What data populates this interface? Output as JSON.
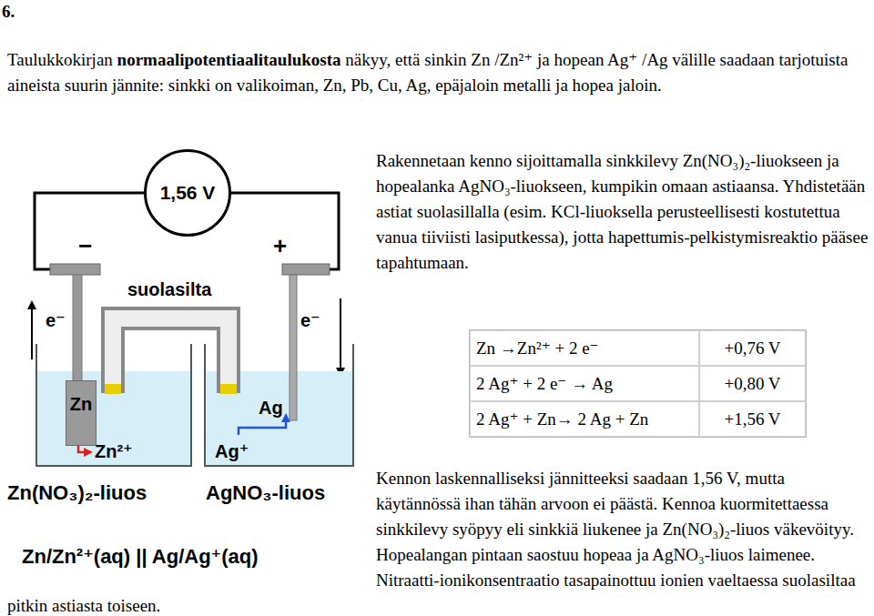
{
  "diagram": {
    "nodes": [
      {
        "text": [
          "1,56 V"
        ]
      },
      {
        "text": [
          "Zn"
        ]
      }
    ],
    "labels": [
      "6.",
      "Taulukkokirjan",
      "normaalipotentiaalitaulukosta",
      "näkyy, että sinkin Zn /Zn²⁺ ja hopean Ag⁺ /Ag välille saadaan tarjotuista aineista suurin jännite: sinkki on valikoiman, Zn, Pb, Cu, Ag, epäjaloin metalli ja hopea jaloin.",
      "Rakennetaan kenno sijoittamalla sinkkilevy Zn(NO₃)₂-liuokseen ja hopealanka AgNO₃-liuokseen, kumpikin omaan astiaansa. Yhdistetään astiat suolasillalla (esim. KCl-liuoksella perusteellisesti kostutettua vanua tiiviisti lasiputkessa), jotta hapettumis-pelkistymisreaktio pääsee tapahtumaan.",
      "Zn →Zn²⁺ + 2 e⁻",
      "+0,76 V",
      "2 Ag⁺ + 2 e⁻ → Ag",
      "+0,80 V",
      "2 Ag⁺ + Zn→ 2 Ag + Zn",
      "+1,56 V",
      "Kennon laskennalliseksi jännitteeksi saadaan 1,56 V, mutta käytännössä ihan tähän arvoon ei päästä. Kennoa kuormitettaessa sinkkilevy syöpyy eli sinkkiä liukenee ja Zn(NO₃)₂-liuos väkevöityy. Hopealangan pintaan saostuu hopeaa ja AgNO₃-liuos laimenee. Nitraatti-ionikonsentraatio tasapainottuu ionien vaeltaessa suolasiltaa pitkin astiasta toiseen.",
      "−",
      "+",
      "suolasilta",
      "e⁻",
      "e⁻",
      "Ag",
      "Zn²⁺",
      "Ag⁺",
      "Zn(NO₃)₂-liuos",
      "AgNO₃-liuos",
      "Zn/Zn²⁺(aq) || Ag/Ag⁺(aq)"
    ]
  }
}
